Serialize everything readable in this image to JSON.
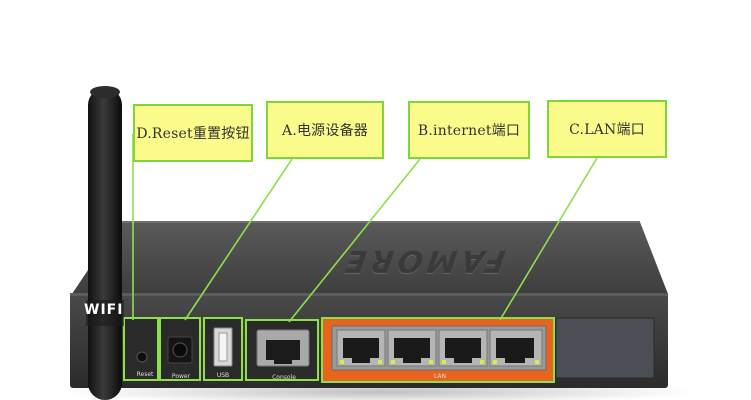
{
  "callouts": {
    "reset": "D.Reset重置按钮",
    "power": "A.电源设备器",
    "internet": "B.internet端口",
    "lan": "C.LAN端口"
  },
  "device": {
    "brand": "FAMORE",
    "antenna_label": "WIFI",
    "port_labels": {
      "reset": "Reset",
      "power": "Power",
      "usb": "USB",
      "console": "Console",
      "lan": "LAN"
    }
  },
  "colors": {
    "callout_fill": "#fbfb8c",
    "callout_border": "#7dd63a",
    "leader_line": "#8ee04a",
    "lan_panel": "#e8641c"
  }
}
